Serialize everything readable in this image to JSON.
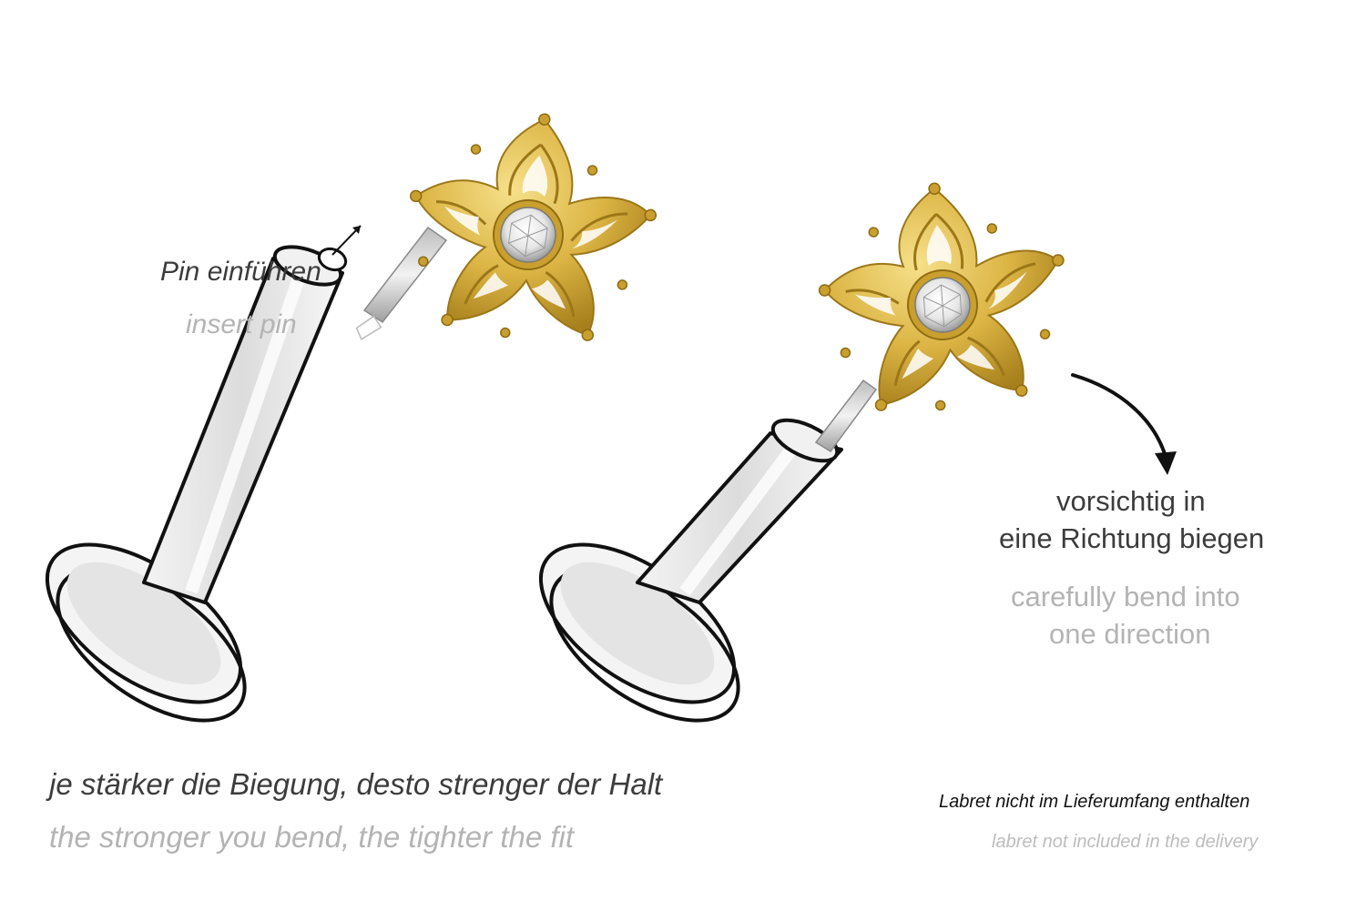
{
  "labels": {
    "insert_de": "Pin einführen",
    "insert_en": "insert pin",
    "bend_de_line1": "vorsichtig in",
    "bend_de_line2": "eine Richtung biegen",
    "bend_en_line1": "carefully bend into",
    "bend_en_line2": "one direction",
    "fit_de": "je stärker die Biegung, desto strenger der Halt",
    "fit_en": "the stronger you bend, the tighter the fit",
    "delivery_de": "Labret nicht im Lieferumfang enthalten",
    "delivery_en": "labret not included in the delivery"
  },
  "colors": {
    "gold": "#d9b340",
    "gold_dark": "#a8821e",
    "gold_light": "#f3dc84",
    "outline": "#111111",
    "steel": "#c8c8c8",
    "german_text": "#3c3c3c",
    "english_text": "#b4b4b4"
  },
  "icons": {
    "flower_top": "gold-filigree-flower-with-crystal",
    "arrow": "curved-arrow"
  }
}
